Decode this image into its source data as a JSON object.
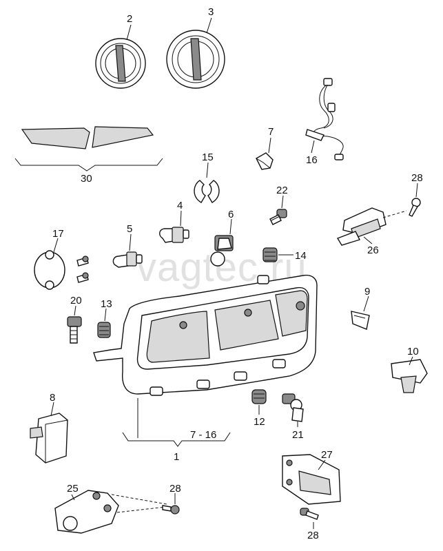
{
  "callouts": {
    "c1": "1",
    "c2": "2",
    "c3": "3",
    "c4": "4",
    "c5": "5",
    "c6": "6",
    "c7": "7",
    "c8": "8",
    "c9": "9",
    "c10": "10",
    "c12": "12",
    "c13": "13",
    "c14": "14",
    "c15": "15",
    "c16": "16",
    "c17": "17",
    "c20": "20",
    "c21": "21",
    "c22": "22",
    "c25": "25",
    "c26": "26",
    "c27": "27",
    "c28a": "28",
    "c28b": "28",
    "c28c": "28",
    "c30": "30",
    "range": "7 - 16"
  },
  "watermark": "vagtec.ru"
}
